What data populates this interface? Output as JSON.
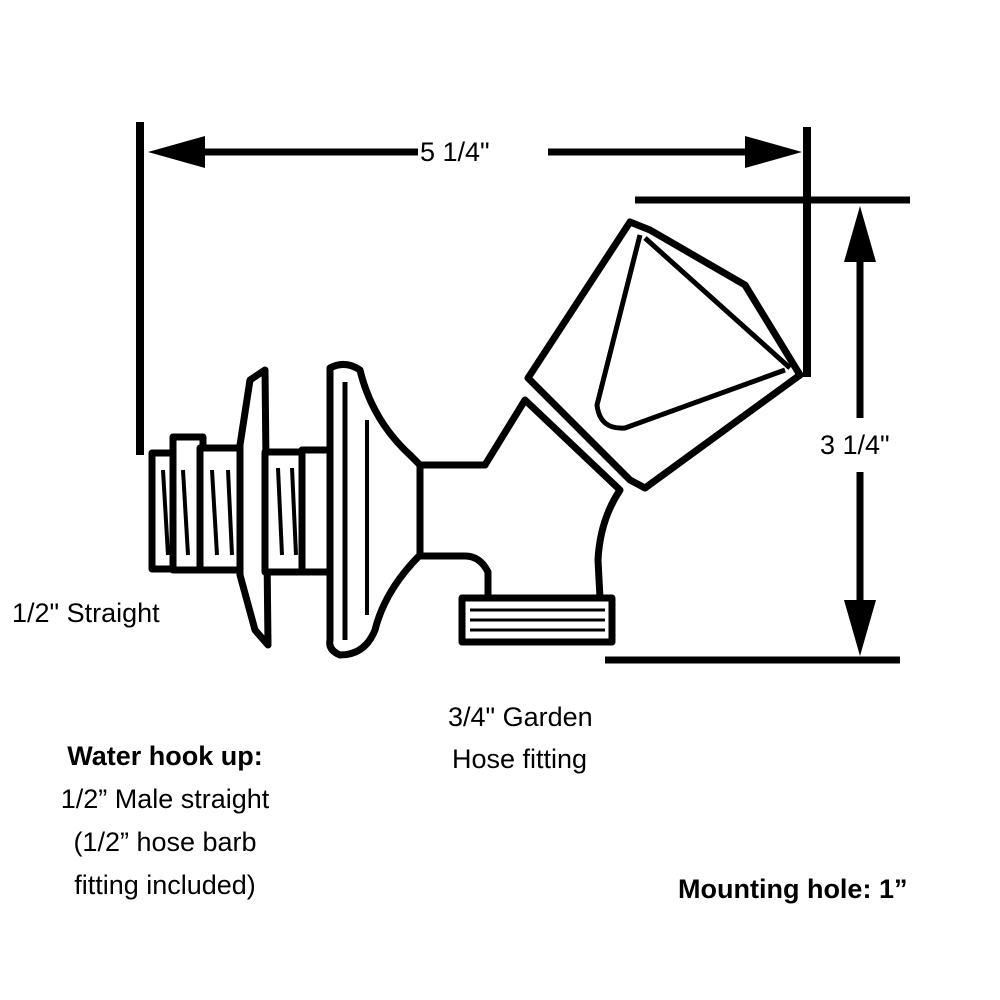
{
  "dimensions": {
    "width_label": "5 1/4\"",
    "height_label": "3 1/4\""
  },
  "labels": {
    "inlet": "1/2\" Straight",
    "outlet_line1": "3/4\" Garden",
    "outlet_line2": "Hose fitting",
    "hookup_title": "Water hook up:",
    "hookup_line1": "1/2” Male straight",
    "hookup_line2": "(1/2” hose barb",
    "hookup_line3": "fitting included)",
    "mounting": "Mounting hole: 1”"
  },
  "colors": {
    "ink": "#000000",
    "background": "#ffffff"
  }
}
